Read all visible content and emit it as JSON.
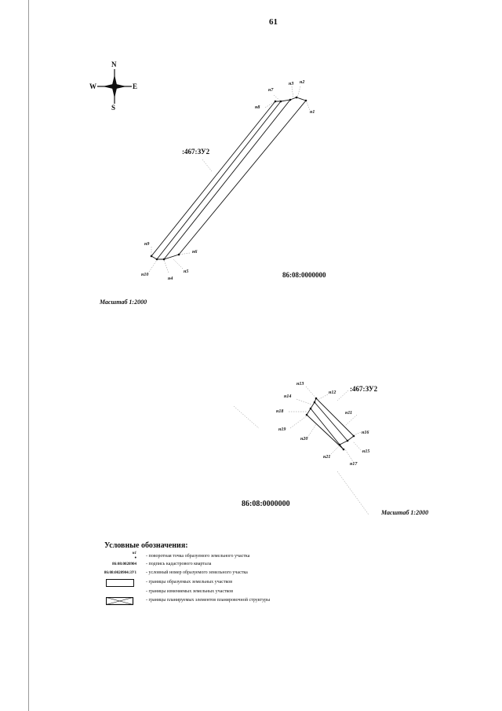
{
  "page_number": "61",
  "compass": {
    "n": "N",
    "s": "S",
    "e": "E",
    "w": "W"
  },
  "map1": {
    "parcel_label": ":467:ЗУ2",
    "quarter_label": "86:08:0000000",
    "scale": "Масштаб 1:2000",
    "points": {
      "n1": "н1",
      "n2": "н2",
      "n3": "н3",
      "n4": "н4",
      "n5": "н5",
      "n6": "н6",
      "n7": "н7",
      "n8": "н8",
      "n9": "н9",
      "n10": "н10"
    }
  },
  "map2": {
    "parcel_label": ":467:ЗУ2",
    "quarter_label": "86:08:0000000",
    "scale": "Масштаб 1:2000",
    "points": {
      "n11": "н11",
      "n12": "н12",
      "n13": "н13",
      "n14": "н14",
      "n15": "н15",
      "n16": "н16",
      "n17": "н17",
      "n18": "н18",
      "n19": "н19",
      "n20": "н20",
      "n21": "н21"
    }
  },
  "legend": {
    "title": "Условные обозначения:",
    "items": [
      {
        "symbol": "н1",
        "text": "- поворотная точка образуемого земельного участка"
      },
      {
        "symbol": "86:08:0020904",
        "text": "- подпись кадастрового квартала"
      },
      {
        "symbol": "86:08:0020904:ЗУ1",
        "text": "- условный номер образуемого земельного участка"
      },
      {
        "symbol": "",
        "text": "- границы образуемых земельных участков"
      },
      {
        "symbol": "",
        "text": "- границы изменяемых земельных участков"
      },
      {
        "symbol": "",
        "text": "- границы планируемых элементов планировочной структуры"
      }
    ]
  }
}
